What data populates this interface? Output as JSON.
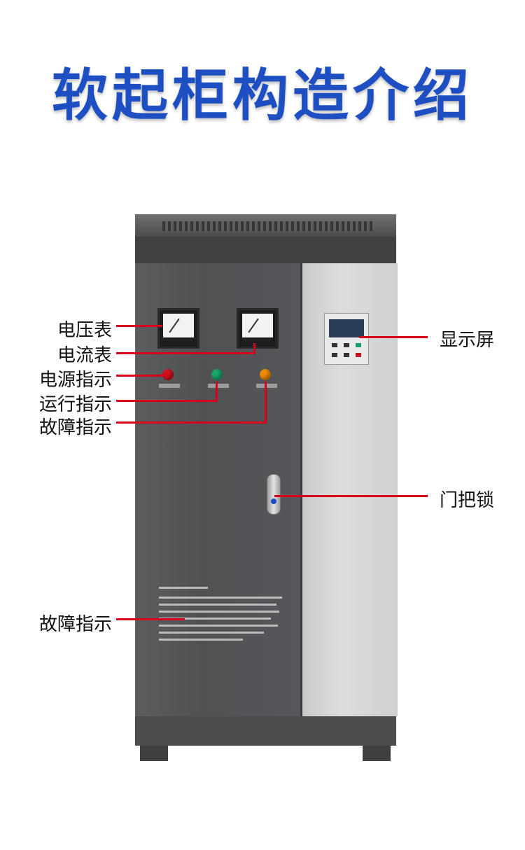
{
  "title": "软起柜构造介绍",
  "labels": {
    "voltmeter": "电压表",
    "ammeter": "电流表",
    "power_indicator": "电源指示",
    "run_indicator": "运行指示",
    "fault_indicator": "故障指示",
    "display": "显示屏",
    "door_lock": "门把锁",
    "fault_indicator_bottom": "故障指示"
  },
  "colors": {
    "title": "#1e4fc2",
    "callout_line": "#d9001b",
    "lamp_power": "#d0121b",
    "lamp_run": "#18a86a",
    "lamp_fault": "#f08a00"
  }
}
